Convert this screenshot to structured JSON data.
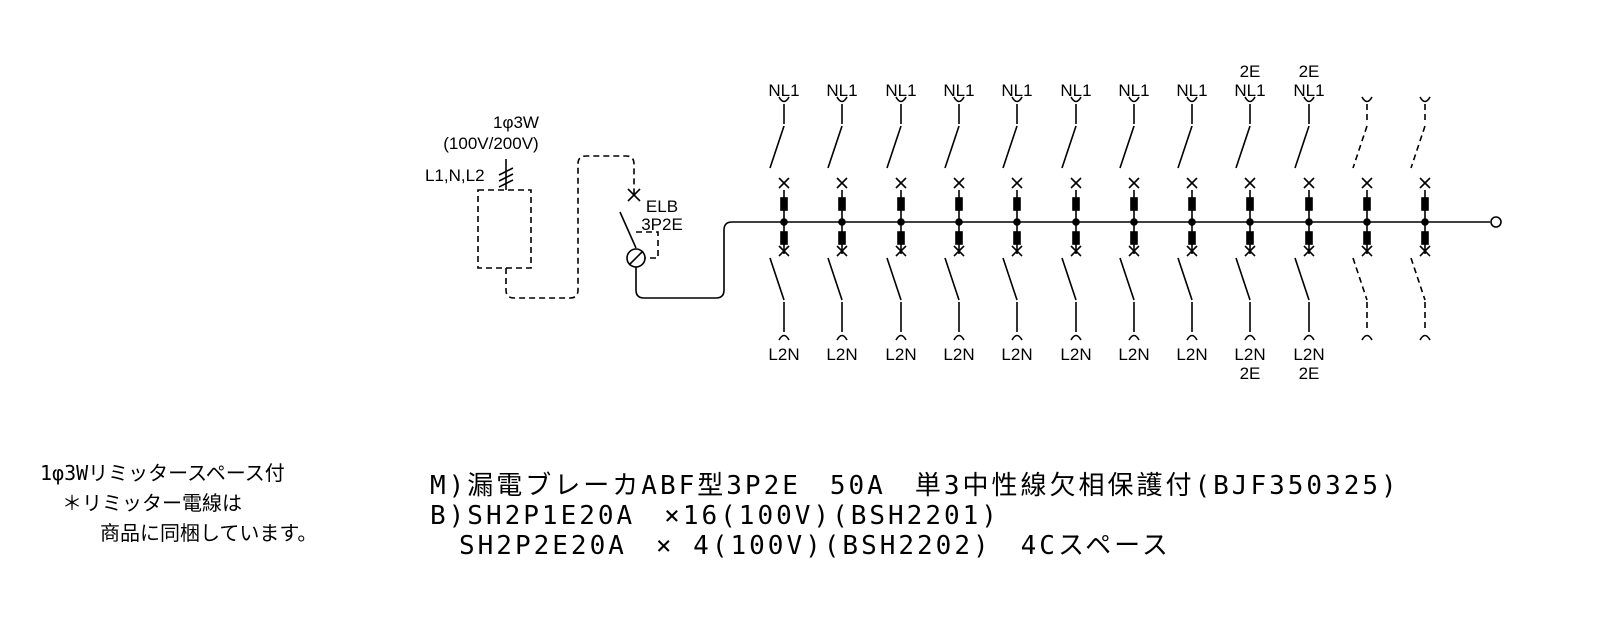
{
  "supply": {
    "phase": "1φ3W",
    "voltage": "(100V/200V)",
    "wires": "L1,N,L2"
  },
  "main_breaker": {
    "type_line1": "ELB",
    "type_line2": "3P2E"
  },
  "branches": [
    {
      "top": [
        "NL1"
      ],
      "bottom": [
        "L2N"
      ],
      "spare": false
    },
    {
      "top": [
        "NL1"
      ],
      "bottom": [
        "L2N"
      ],
      "spare": false
    },
    {
      "top": [
        "NL1"
      ],
      "bottom": [
        "L2N"
      ],
      "spare": false
    },
    {
      "top": [
        "NL1"
      ],
      "bottom": [
        "L2N"
      ],
      "spare": false
    },
    {
      "top": [
        "NL1"
      ],
      "bottom": [
        "L2N"
      ],
      "spare": false
    },
    {
      "top": [
        "NL1"
      ],
      "bottom": [
        "L2N"
      ],
      "spare": false
    },
    {
      "top": [
        "NL1"
      ],
      "bottom": [
        "L2N"
      ],
      "spare": false
    },
    {
      "top": [
        "NL1"
      ],
      "bottom": [
        "L2N"
      ],
      "spare": false
    },
    {
      "top": [
        "2E",
        "NL1"
      ],
      "bottom": [
        "L2N",
        "2E"
      ],
      "spare": false
    },
    {
      "top": [
        "2E",
        "NL1"
      ],
      "bottom": [
        "L2N",
        "2E"
      ],
      "spare": false
    },
    {
      "top": [],
      "bottom": [],
      "spare": true
    },
    {
      "top": [],
      "bottom": [],
      "spare": true
    }
  ],
  "notes": {
    "line1": "1φ3Wリミッタースペース付",
    "line2": "＊リミッター電線は",
    "line3": "商品に同梱しています。"
  },
  "specs": {
    "line1": "M)漏電ブレーカABF型3P2E　50A　単3中性線欠相保護付(BJF350325)",
    "line2": "B)SH2P1E20A　×16(100V)(BSH2201)",
    "line3": "　SH2P2E20A　× 4(100V)(BSH2202)　4Cスペース"
  }
}
